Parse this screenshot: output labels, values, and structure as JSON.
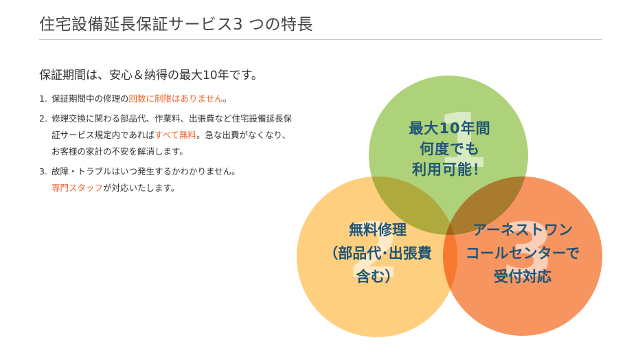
{
  "section": {
    "title": "住宅設備延長保証サービス3 つの特長"
  },
  "lead": "保証期間は、安心＆納得の最大10年です。",
  "features": [
    {
      "num": "1.",
      "before": "保証期間中の修理の",
      "highlight": "回数に制限はありません",
      "after": "。"
    },
    {
      "num": "2.",
      "before": "修理交換に関わる部品代、作業料、出張費など住宅設備延長保証サービス規定内であれば",
      "highlight": "すべて無料",
      "after": "。急な出費がなくなり、お客様の家計の不安を解消します。"
    },
    {
      "num": "3.",
      "before": "故障・トラブルはいつ発生するかわかりません。",
      "highlight": "専門スタッフ",
      "after": "が対応いたします。"
    }
  ],
  "circles": [
    {
      "number": "1",
      "lines": [
        "最大10年間",
        "何度でも",
        "利用可能！"
      ],
      "color": "#aed27a"
    },
    {
      "number": "2",
      "lines": [
        "無料修理",
        "（部品代･出張費",
        "含む）"
      ],
      "color": "#ffcf80"
    },
    {
      "number": "3",
      "lines": [
        "アーネストワン",
        "コールセンターで",
        "受付対応"
      ],
      "color": "#f79560"
    }
  ],
  "colors": {
    "highlight": "#f0642e",
    "circle_text": "#1f5576"
  }
}
